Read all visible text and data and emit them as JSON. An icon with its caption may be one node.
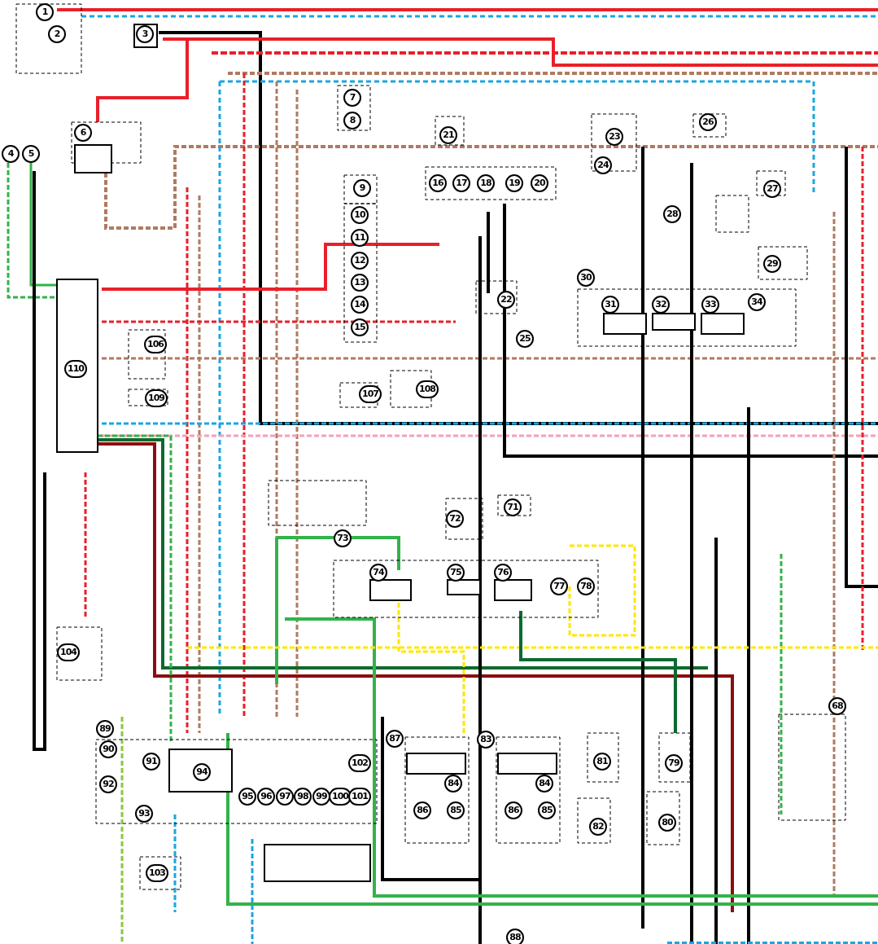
{
  "diagram": {
    "labels": [
      "1",
      "2",
      "3",
      "6",
      "4",
      "5",
      "7",
      "8",
      "21",
      "23",
      "26",
      "24",
      "16",
      "17",
      "18",
      "19",
      "20",
      "9",
      "27",
      "10",
      "28",
      "11",
      "12",
      "13",
      "14",
      "15",
      "30",
      "22",
      "29",
      "31",
      "32",
      "33",
      "34",
      "106",
      "25",
      "110",
      "108",
      "107",
      "109",
      "71",
      "72",
      "73",
      "74",
      "75",
      "76",
      "77",
      "78",
      "104",
      "68",
      "89",
      "87",
      "83",
      "90",
      "91",
      "102",
      "81",
      "79",
      "94",
      "92",
      "84",
      "84",
      "95",
      "96",
      "97",
      "98",
      "99",
      "100",
      "101",
      "86",
      "85",
      "86",
      "85",
      "93",
      "80",
      "82",
      "103",
      "88"
    ]
  }
}
